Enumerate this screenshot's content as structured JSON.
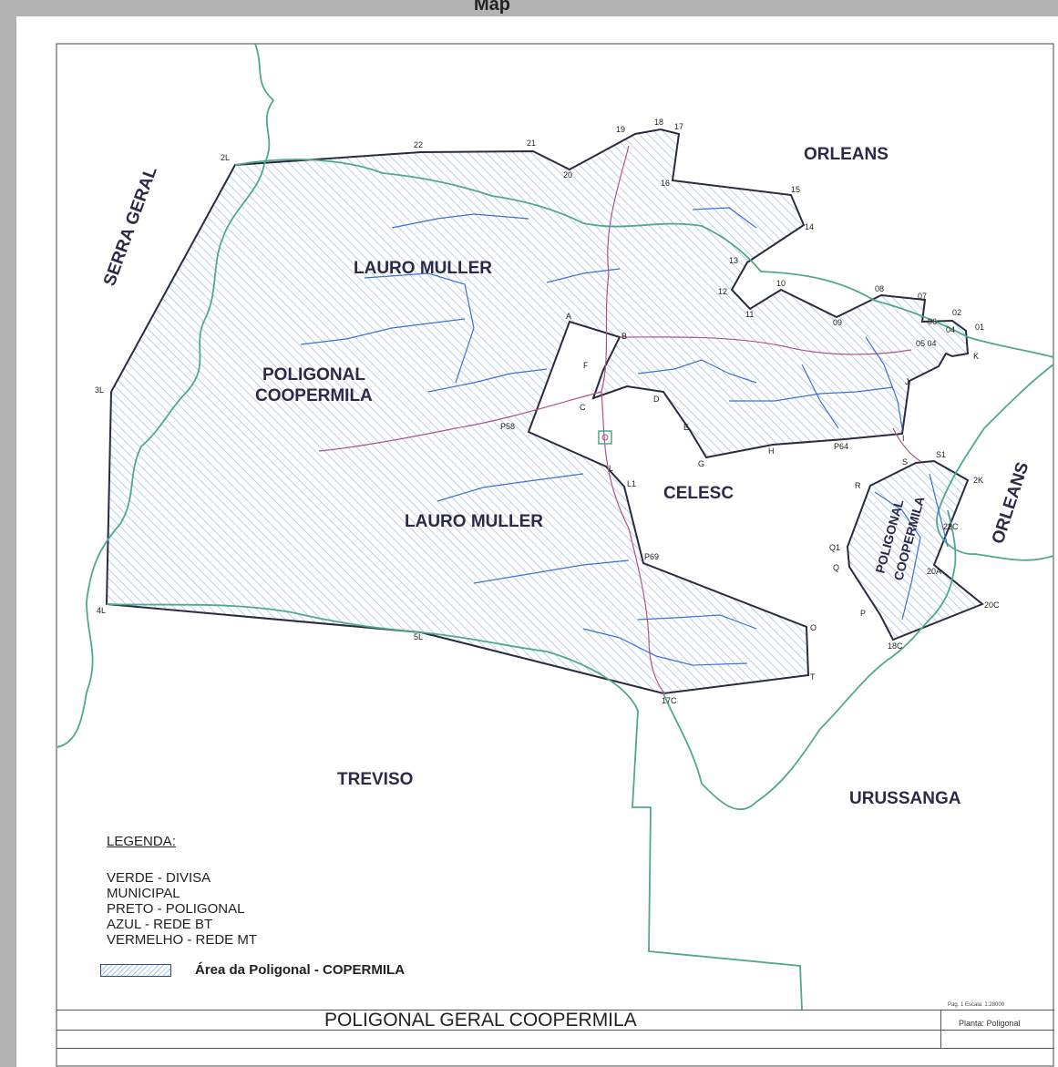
{
  "header": {
    "title": "Map"
  },
  "regions": {
    "serra_geral": "SERRA GERAL",
    "orleans_top": "ORLEANS",
    "orleans_right": "ORLEANS",
    "lauro_muller_top": "LAURO MULLER",
    "lauro_muller_bottom": "LAURO MULLER",
    "poligonal_1": "POLIGONAL",
    "coopermila_1": "COOPERMILA",
    "celesc": "CELESC",
    "treviso": "TREVISO",
    "urussanga": "URUSSANGA",
    "poligonal_2": "POLIGONAL",
    "coopermila_2": "COOPERMILA"
  },
  "vertices": {
    "v2L": "2L",
    "v22": "22",
    "v21": "21",
    "v20": "20",
    "v19": "19",
    "v18": "18",
    "v17": "17",
    "v16": "16",
    "v15": "15",
    "v14": "14",
    "v13": "13",
    "v12": "12",
    "v11": "11",
    "v10": "10",
    "v09": "09",
    "v08": "08",
    "v07": "07",
    "v06": "06",
    "v02": "02",
    "v01": "01",
    "v04": "04",
    "v05": "05 04",
    "vK": "K",
    "vJ": "J",
    "vI": "I",
    "vP64": "P64",
    "vH": "H",
    "vG": "G",
    "vE": "E",
    "vD": "D",
    "vC": "C",
    "vF": "F",
    "vB": "B",
    "vA": "A",
    "vP58": "P58",
    "vL": "L",
    "vL1": "L1",
    "vP69": "P69",
    "vO": "O",
    "vT": "T",
    "v17C": "17C",
    "v5L": "5L",
    "v4L": "4L",
    "v3L": "3L",
    "vS": "S",
    "vS1": "S1",
    "v2K": "2K",
    "vR": "R",
    "v22C": "22C",
    "vQ1": "Q1",
    "vQ": "Q",
    "v20A": "20A",
    "v20C": "20C",
    "vP": "P",
    "v18C": "18C"
  },
  "legend": {
    "title": "LEGENDA:",
    "items": [
      "VERDE - DIVISA",
      "MUNICIPAL",
      "PRETO - POLIGONAL",
      "AZUL - REDE BT",
      "VERMELHO - REDE MT"
    ],
    "area_label": "Área da Poligonal - COPERMILA"
  },
  "title_block": {
    "title": "POLIGONAL GERAL COOPERMILA",
    "page": "Pag. 1 Escala: 1:28000",
    "plant": "Planta: Poligonal"
  },
  "colors": {
    "boundary_green": "#4fa98a",
    "polygon_black": "#2a2a40",
    "bt_blue": "#3b6fd6",
    "mt_red": "#b0528a",
    "hatch": "#a9c4e8"
  }
}
